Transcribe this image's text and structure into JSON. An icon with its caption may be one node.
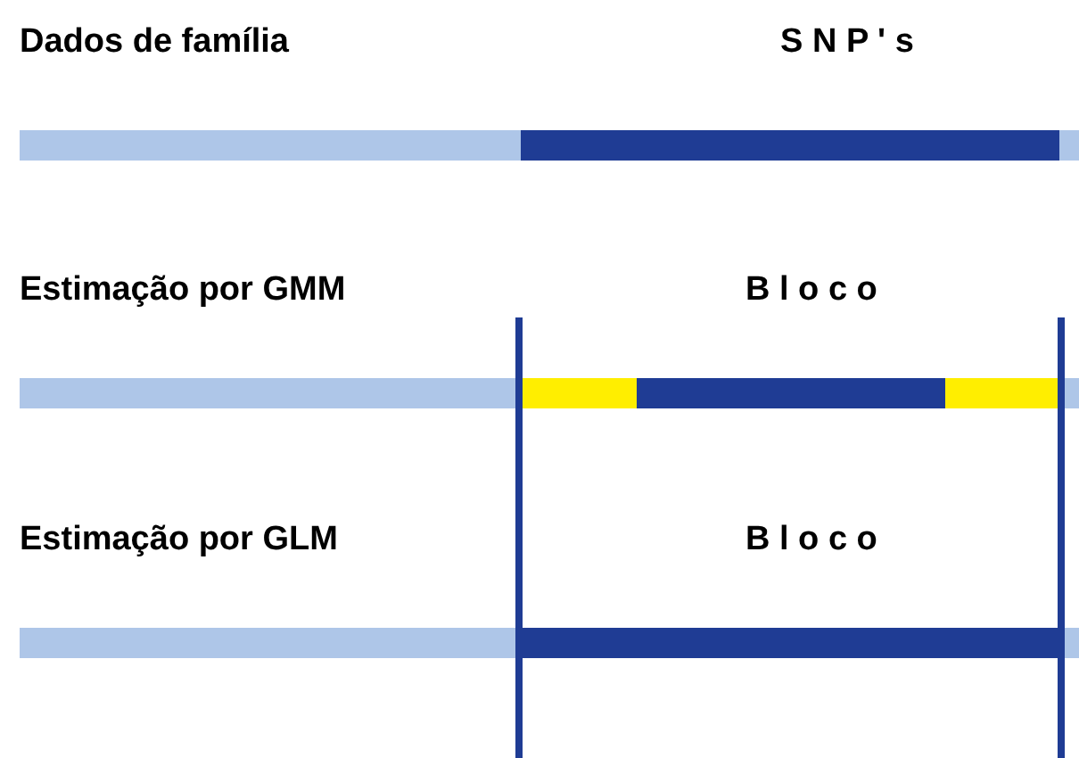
{
  "diagram": {
    "labels": [
      "Dados de família",
      "S N P ' s",
      "Estimação por GMM",
      "B l o c o",
      "Estimação por GLM",
      "B l o c o"
    ]
  }
}
